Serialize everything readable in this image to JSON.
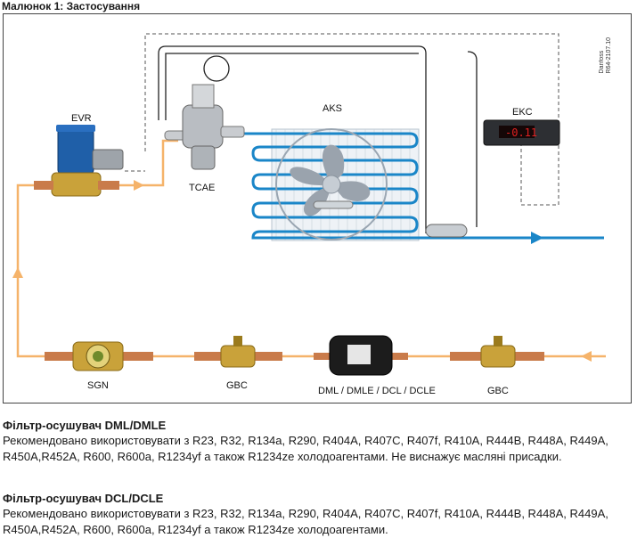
{
  "figure_title": "Малюнок 1: Застосування",
  "labels": {
    "evr": "EVR",
    "tcae": "TCAE",
    "aks": "AKS",
    "ekc": "EKC",
    "sgn": "SGN",
    "gbc_left": "GBC",
    "filter": "DML / DMLE / DCL / DCLE",
    "gbc_right": "GBC",
    "ekc_display": "-0.11"
  },
  "vertical_code": [
    "Danfoss",
    "R64-2107.10"
  ],
  "sections": [
    {
      "heading": "Фільтр-осушувач DML/DMLE",
      "text": "Рекомендовано використовувати з R23, R32, R134a, R290, R404A, R407C, R407f, R410A, R444B, R448A, R449A, R450A,R452A, R600, R600a, R1234yf а також R1234ze холодоагентами. Не виснажує масляні присадки."
    },
    {
      "heading": "Фільтр-осушувач DCL/DCLE",
      "text": "Рекомендовано використовувати з R23, R32, R134a, R290, R404A, R407C, R407f, R410A, R444B, R448A, R449A, R450A,R452A, R600, R600a, R1234yf а також R1234ze холодоагентами."
    }
  ],
  "colors": {
    "liquid_line": "#f5b36a",
    "suction_line": "#1a86c8",
    "copper": "#c97b4a",
    "brass": "#c9a23a",
    "dark_line": "#222222"
  }
}
